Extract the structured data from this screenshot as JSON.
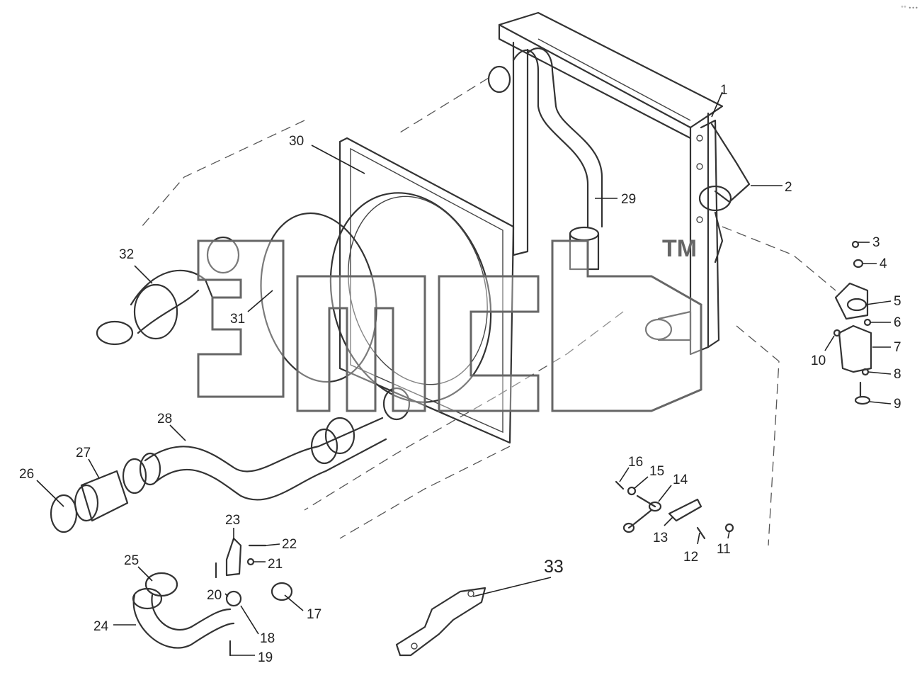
{
  "diagram": {
    "part_labels": [
      "1",
      "2",
      "3",
      "4",
      "5",
      "6",
      "7",
      "8",
      "9",
      "10",
      "11",
      "12",
      "13",
      "14",
      "15",
      "16",
      "17",
      "18",
      "19",
      "20",
      "21",
      "22",
      "23",
      "24",
      "25",
      "26",
      "27",
      "28",
      "29",
      "30",
      "31",
      "32",
      "33"
    ],
    "watermark": {
      "trademark": "TM"
    },
    "corner_mark": "°° •••"
  }
}
